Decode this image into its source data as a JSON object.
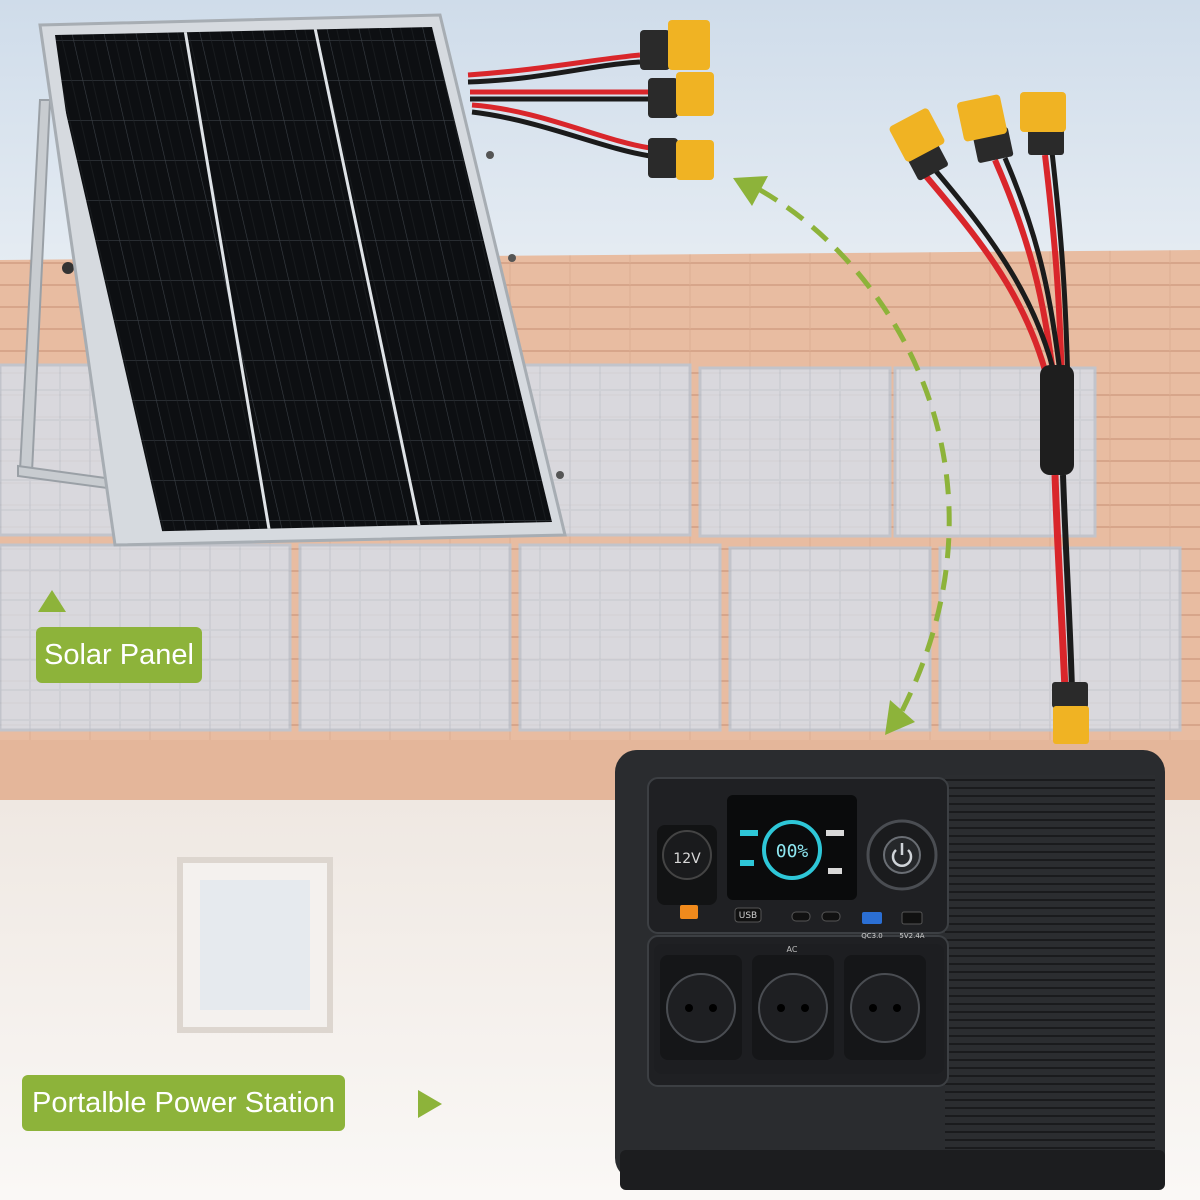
{
  "labels": {
    "solar_panel": "Solar Panel",
    "power_station": "Portalble Power Station"
  },
  "station": {
    "dc_port": "12V",
    "display": "00%",
    "ports": [
      "USB",
      "QC3.0",
      "5V2.4A"
    ],
    "ac_label": "AC"
  },
  "colors": {
    "label_green": "#8db33a",
    "arrow_green": "#8db33a",
    "cable_red": "#d9262b",
    "connector_yellow": "#f0b323",
    "roof_tile": "#e7b99c",
    "sky": "#dfe9f3"
  },
  "icons": {
    "power_button": "power-icon",
    "solar_pointer": "triangle-up-icon",
    "station_pointer": "triangle-right-icon"
  }
}
